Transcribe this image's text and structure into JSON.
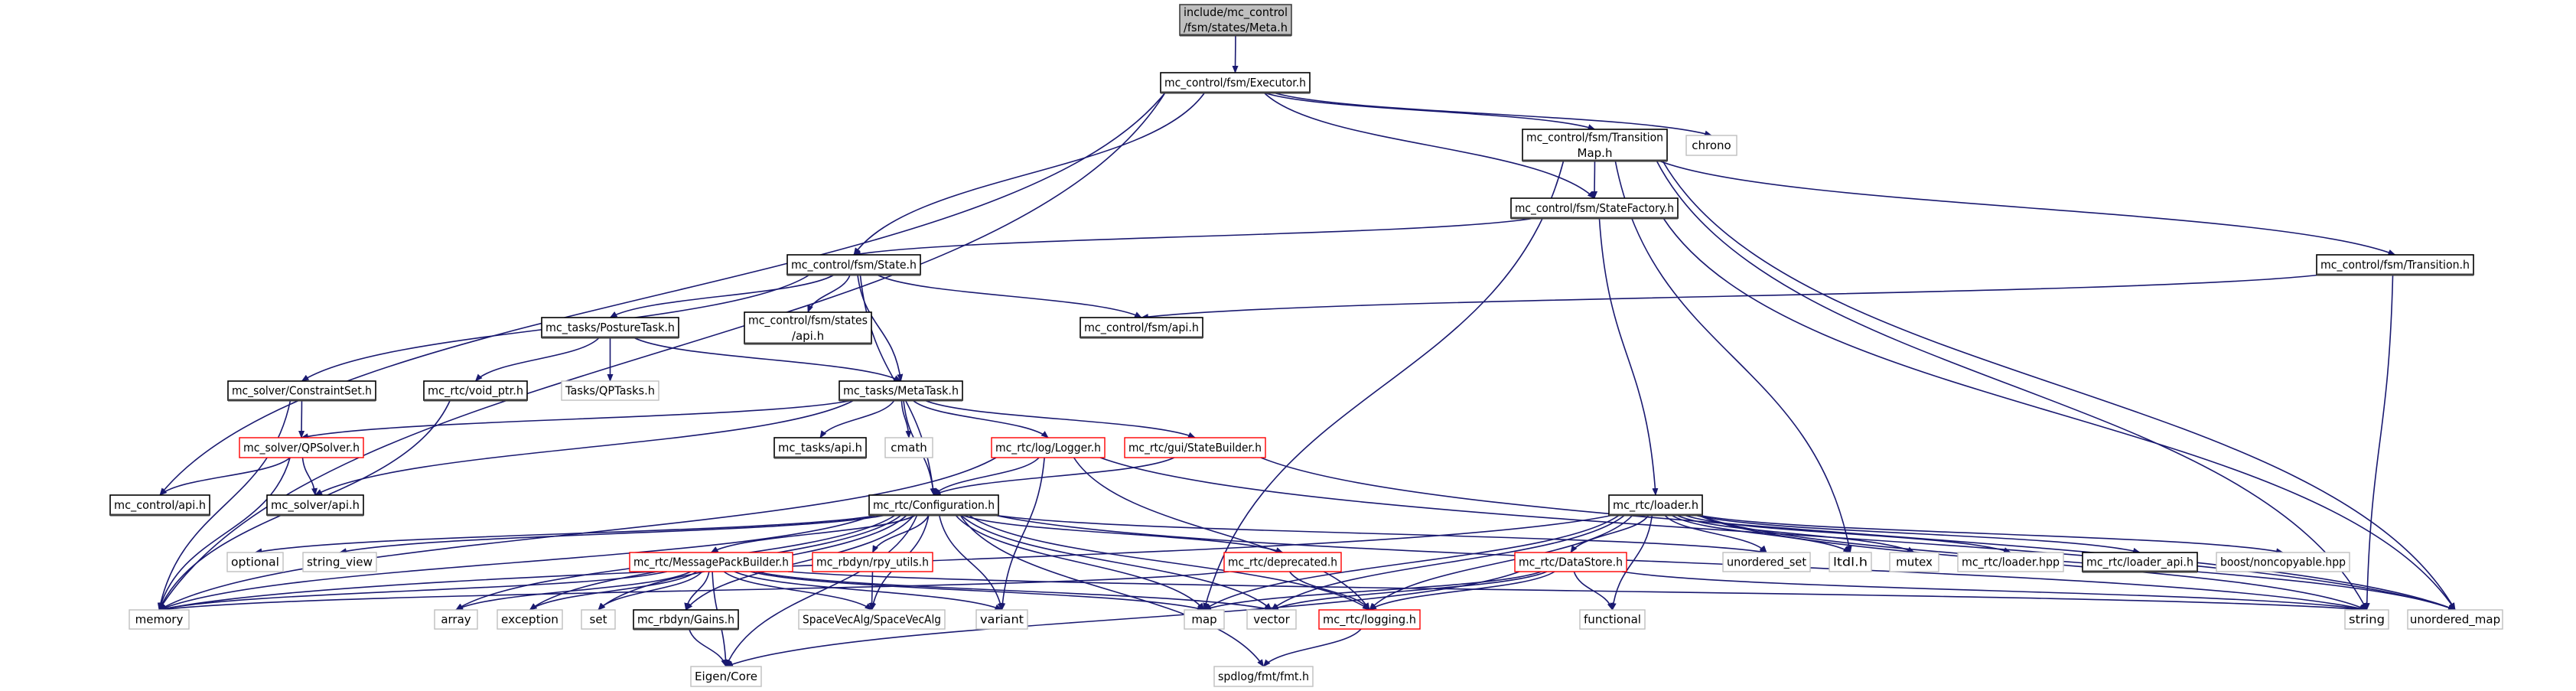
{
  "graph": {
    "edge_color": "#191970",
    "styles": {
      "root": {
        "fill": "#bfbfbf",
        "stroke": "#404040"
      },
      "normal": {
        "fill": "#ffffff",
        "stroke": "#000000"
      },
      "external": {
        "fill": "#ffffff",
        "stroke": "#bfbfbf"
      },
      "truncated": {
        "fill": "#ffffff",
        "stroke": "#ff0000"
      }
    },
    "nodes": [
      {
        "id": "meta",
        "label": [
          "include/mc_control",
          "/fsm/states/Meta.h"
        ],
        "style": "root"
      },
      {
        "id": "executor",
        "label": [
          "mc_control/fsm/Executor.h"
        ],
        "style": "normal"
      },
      {
        "id": "transitionmap",
        "label": [
          "mc_control/fsm/Transition",
          "Map.h"
        ],
        "style": "normal"
      },
      {
        "id": "chrono",
        "label": [
          "chrono"
        ],
        "style": "external"
      },
      {
        "id": "statefactory",
        "label": [
          "mc_control/fsm/StateFactory.h"
        ],
        "style": "normal"
      },
      {
        "id": "state",
        "label": [
          "mc_control/fsm/State.h"
        ],
        "style": "normal"
      },
      {
        "id": "transition",
        "label": [
          "mc_control/fsm/Transition.h"
        ],
        "style": "normal"
      },
      {
        "id": "posturetask",
        "label": [
          "mc_tasks/PostureTask.h"
        ],
        "style": "normal"
      },
      {
        "id": "statesapi",
        "label": [
          "mc_control/fsm/states",
          "/api.h"
        ],
        "style": "normal"
      },
      {
        "id": "fsmapi",
        "label": [
          "mc_control/fsm/api.h"
        ],
        "style": "normal"
      },
      {
        "id": "constraintset",
        "label": [
          "mc_solver/ConstraintSet.h"
        ],
        "style": "normal"
      },
      {
        "id": "voidptr",
        "label": [
          "mc_rtc/void_ptr.h"
        ],
        "style": "normal"
      },
      {
        "id": "qptasks",
        "label": [
          "Tasks/QPTasks.h"
        ],
        "style": "external"
      },
      {
        "id": "metatask",
        "label": [
          "mc_tasks/MetaTask.h"
        ],
        "style": "normal"
      },
      {
        "id": "qpsolver",
        "label": [
          "mc_solver/QPSolver.h"
        ],
        "style": "truncated"
      },
      {
        "id": "tasksapi",
        "label": [
          "mc_tasks/api.h"
        ],
        "style": "normal"
      },
      {
        "id": "cmath",
        "label": [
          "cmath"
        ],
        "style": "external"
      },
      {
        "id": "logger",
        "label": [
          "mc_rtc/log/Logger.h"
        ],
        "style": "truncated"
      },
      {
        "id": "statebuilder",
        "label": [
          "mc_rtc/gui/StateBuilder.h"
        ],
        "style": "truncated"
      },
      {
        "id": "controlapi",
        "label": [
          "mc_control/api.h"
        ],
        "style": "normal"
      },
      {
        "id": "solverapi",
        "label": [
          "mc_solver/api.h"
        ],
        "style": "normal"
      },
      {
        "id": "configuration",
        "label": [
          "mc_rtc/Configuration.h"
        ],
        "style": "normal"
      },
      {
        "id": "loader",
        "label": [
          "mc_rtc/loader.h"
        ],
        "style": "normal"
      },
      {
        "id": "optional",
        "label": [
          "optional"
        ],
        "style": "external"
      },
      {
        "id": "stringview",
        "label": [
          "string_view"
        ],
        "style": "external"
      },
      {
        "id": "messagepack",
        "label": [
          "mc_rtc/MessagePackBuilder.h"
        ],
        "style": "truncated"
      },
      {
        "id": "rpyutils",
        "label": [
          "mc_rbdyn/rpy_utils.h"
        ],
        "style": "truncated"
      },
      {
        "id": "deprecated",
        "label": [
          "mc_rtc/deprecated.h"
        ],
        "style": "truncated"
      },
      {
        "id": "datastore",
        "label": [
          "mc_rtc/DataStore.h"
        ],
        "style": "truncated"
      },
      {
        "id": "unorderedset",
        "label": [
          "unordered_set"
        ],
        "style": "external"
      },
      {
        "id": "ltdl",
        "label": [
          "ltdl.h"
        ],
        "style": "external"
      },
      {
        "id": "mutex",
        "label": [
          "mutex"
        ],
        "style": "external"
      },
      {
        "id": "loaderhpp",
        "label": [
          "mc_rtc/loader.hpp"
        ],
        "style": "external"
      },
      {
        "id": "loaderapi",
        "label": [
          "mc_rtc/loader_api.h"
        ],
        "style": "normal"
      },
      {
        "id": "boost",
        "label": [
          "boost/noncopyable.hpp"
        ],
        "style": "external"
      },
      {
        "id": "memory",
        "label": [
          "memory"
        ],
        "style": "external"
      },
      {
        "id": "array",
        "label": [
          "array"
        ],
        "style": "external"
      },
      {
        "id": "exception",
        "label": [
          "exception"
        ],
        "style": "external"
      },
      {
        "id": "set",
        "label": [
          "set"
        ],
        "style": "external"
      },
      {
        "id": "gains",
        "label": [
          "mc_rbdyn/Gains.h"
        ],
        "style": "normal"
      },
      {
        "id": "spacevecalg",
        "label": [
          "SpaceVecAlg/SpaceVecAlg"
        ],
        "style": "external"
      },
      {
        "id": "variant",
        "label": [
          "variant"
        ],
        "style": "external"
      },
      {
        "id": "map",
        "label": [
          "map"
        ],
        "style": "external"
      },
      {
        "id": "vector",
        "label": [
          "vector"
        ],
        "style": "external"
      },
      {
        "id": "logging",
        "label": [
          "mc_rtc/logging.h"
        ],
        "style": "truncated"
      },
      {
        "id": "functional",
        "label": [
          "functional"
        ],
        "style": "external"
      },
      {
        "id": "string",
        "label": [
          "string"
        ],
        "style": "external"
      },
      {
        "id": "unorderedmap",
        "label": [
          "unordered_map"
        ],
        "style": "external"
      },
      {
        "id": "eigen",
        "label": [
          "Eigen/Core"
        ],
        "style": "external"
      },
      {
        "id": "spdlog",
        "label": [
          "spdlog/fmt/fmt.h"
        ],
        "style": "external"
      }
    ],
    "edges": [
      [
        "meta",
        "executor"
      ],
      [
        "executor",
        "memory"
      ],
      [
        "executor",
        "controlapi"
      ],
      [
        "executor",
        "state"
      ],
      [
        "executor",
        "transitionmap"
      ],
      [
        "executor",
        "statefactory"
      ],
      [
        "executor",
        "chrono"
      ],
      [
        "transitionmap",
        "statefactory"
      ],
      [
        "transitionmap",
        "map"
      ],
      [
        "transitionmap",
        "transition"
      ],
      [
        "transitionmap",
        "unorderedmap"
      ],
      [
        "transitionmap",
        "ltdl"
      ],
      [
        "transitionmap",
        "string"
      ],
      [
        "statefactory",
        "state"
      ],
      [
        "statefactory",
        "loader"
      ],
      [
        "statefactory",
        "unorderedmap"
      ],
      [
        "state",
        "constraintset"
      ],
      [
        "state",
        "posturetask"
      ],
      [
        "state",
        "statesapi"
      ],
      [
        "state",
        "metatask"
      ],
      [
        "state",
        "fsmapi"
      ],
      [
        "state",
        "configuration"
      ],
      [
        "transition",
        "fsmapi"
      ],
      [
        "transition",
        "string"
      ],
      [
        "posturetask",
        "voidptr"
      ],
      [
        "posturetask",
        "qptasks"
      ],
      [
        "posturetask",
        "metatask"
      ],
      [
        "constraintset",
        "qpsolver"
      ],
      [
        "constraintset",
        "memory"
      ],
      [
        "voidptr",
        "memory"
      ],
      [
        "metatask",
        "qpsolver"
      ],
      [
        "metatask",
        "solverapi"
      ],
      [
        "metatask",
        "tasksapi"
      ],
      [
        "metatask",
        "cmath"
      ],
      [
        "metatask",
        "configuration"
      ],
      [
        "metatask",
        "logger"
      ],
      [
        "metatask",
        "statebuilder"
      ],
      [
        "qpsolver",
        "controlapi"
      ],
      [
        "qpsolver",
        "solverapi"
      ],
      [
        "qpsolver",
        "memory"
      ],
      [
        "logger",
        "configuration"
      ],
      [
        "logger",
        "memory"
      ],
      [
        "logger",
        "variant"
      ],
      [
        "logger",
        "logging"
      ],
      [
        "logger",
        "unorderedmap"
      ],
      [
        "statebuilder",
        "configuration"
      ],
      [
        "statebuilder",
        "unorderedmap"
      ],
      [
        "configuration",
        "memory"
      ],
      [
        "configuration",
        "optional"
      ],
      [
        "configuration",
        "stringview"
      ],
      [
        "configuration",
        "messagepack"
      ],
      [
        "configuration",
        "rpyutils"
      ],
      [
        "configuration",
        "deprecated"
      ],
      [
        "configuration",
        "array"
      ],
      [
        "configuration",
        "exception"
      ],
      [
        "configuration",
        "set"
      ],
      [
        "configuration",
        "gains"
      ],
      [
        "configuration",
        "spacevecalg"
      ],
      [
        "configuration",
        "variant"
      ],
      [
        "configuration",
        "map"
      ],
      [
        "configuration",
        "vector"
      ],
      [
        "configuration",
        "eigen"
      ],
      [
        "configuration",
        "spdlog"
      ],
      [
        "configuration",
        "unorderedset"
      ],
      [
        "configuration",
        "string"
      ],
      [
        "configuration",
        "logging"
      ],
      [
        "messagepack",
        "memory"
      ],
      [
        "messagepack",
        "array"
      ],
      [
        "messagepack",
        "exception"
      ],
      [
        "messagepack",
        "set"
      ],
      [
        "messagepack",
        "gains"
      ],
      [
        "messagepack",
        "eigen"
      ],
      [
        "messagepack",
        "spacevecalg"
      ],
      [
        "messagepack",
        "variant"
      ],
      [
        "messagepack",
        "map"
      ],
      [
        "messagepack",
        "vector"
      ],
      [
        "messagepack",
        "string"
      ],
      [
        "rpyutils",
        "spacevecalg"
      ],
      [
        "deprecated",
        "logging"
      ],
      [
        "deprecated",
        "memory"
      ],
      [
        "gains",
        "eigen"
      ],
      [
        "loader",
        "memory"
      ],
      [
        "loader",
        "map"
      ],
      [
        "loader",
        "vector"
      ],
      [
        "loader",
        "datastore"
      ],
      [
        "loader",
        "logging"
      ],
      [
        "loader",
        "functional"
      ],
      [
        "loader",
        "unorderedset"
      ],
      [
        "loader",
        "ltdl"
      ],
      [
        "loader",
        "mutex"
      ],
      [
        "loader",
        "loaderhpp"
      ],
      [
        "loader",
        "loaderapi"
      ],
      [
        "loader",
        "boost"
      ],
      [
        "loader",
        "string"
      ],
      [
        "loader",
        "unorderedmap"
      ],
      [
        "datastore",
        "vector"
      ],
      [
        "datastore",
        "logging"
      ],
      [
        "datastore",
        "functional"
      ],
      [
        "datastore",
        "string"
      ],
      [
        "datastore",
        "eigen"
      ],
      [
        "datastore",
        "map"
      ],
      [
        "logging",
        "spdlog"
      ]
    ]
  }
}
